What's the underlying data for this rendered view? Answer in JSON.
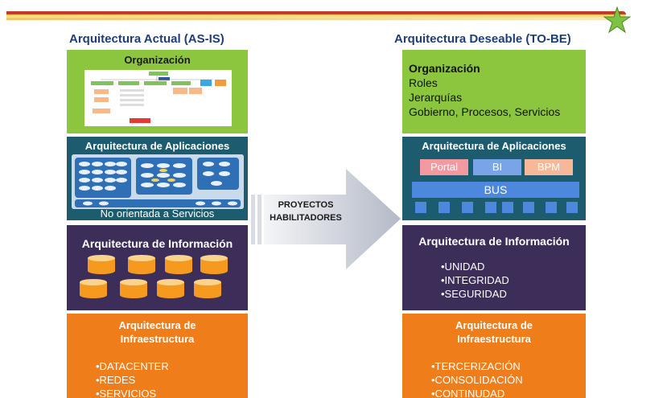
{
  "header": {
    "left_title": "Arquitectura Actual (AS-IS)",
    "right_title": "Arquitectura Deseable (TO-BE)"
  },
  "left": {
    "organizacion": {
      "title": "Organización"
    },
    "aplicaciones": {
      "title": "Arquitectura de Aplicaciones",
      "caption": "No orientada a Servicios"
    },
    "informacion": {
      "title": "Arquitectura de Información"
    },
    "infraestructura": {
      "title_line1": "Arquitectura de",
      "title_line2": "Infraestructura",
      "items": [
        "•DATACENTER",
        "•REDES",
        "•SERVICIOS"
      ]
    }
  },
  "arrow": {
    "line1": "PROYECTOS",
    "line2": "HABILITADORES"
  },
  "right": {
    "organizacion": {
      "title": "Organización",
      "items": [
        "Roles",
        "Jerarquías",
        "Gobierno,  Procesos, Servicios"
      ]
    },
    "aplicaciones": {
      "title": "Arquitectura de Aplicaciones",
      "modules": [
        "Portal",
        "BI",
        "BPM"
      ],
      "bus": "BUS"
    },
    "informacion": {
      "title": "Arquitectura de Información",
      "items": [
        "•UNIDAD",
        "•INTEGRIDAD",
        "•SEGURIDAD"
      ]
    },
    "infraestructura": {
      "title_line1": "Arquitectura de",
      "title_line2": "Infraestructura",
      "items": [
        "•TERCERIZACIÓN",
        "•CONSOLIDACIÓN",
        "•CONTINUDAD"
      ]
    }
  },
  "colors": {
    "green": "#8cc63f",
    "teal": "#1d5b6e",
    "purple": "#3c2e58",
    "orange": "#ef7d1a",
    "title_blue": "#1f3d7a"
  }
}
